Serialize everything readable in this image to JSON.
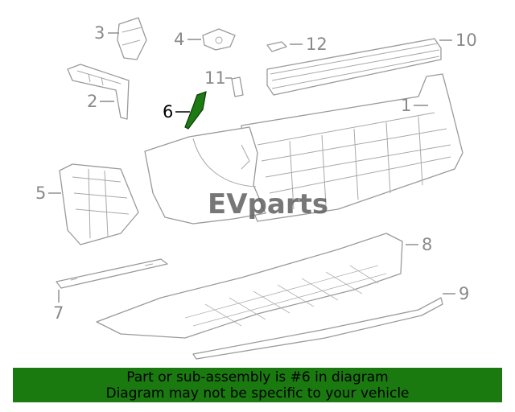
{
  "diagram": {
    "callouts": [
      {
        "id": "1",
        "label": "1"
      },
      {
        "id": "2",
        "label": "2"
      },
      {
        "id": "3",
        "label": "3"
      },
      {
        "id": "4",
        "label": "4"
      },
      {
        "id": "5",
        "label": "5"
      },
      {
        "id": "6",
        "label": "6"
      },
      {
        "id": "7",
        "label": "7"
      },
      {
        "id": "8",
        "label": "8"
      },
      {
        "id": "9",
        "label": "9"
      },
      {
        "id": "10",
        "label": "10"
      },
      {
        "id": "11",
        "label": "11"
      },
      {
        "id": "12",
        "label": "12"
      }
    ],
    "highlighted_part": "6",
    "highlight_color": "#1e7a12",
    "watermark": "EVparts"
  },
  "banner": {
    "line1": "Part or sub-assembly is #6 in diagram",
    "line2": "Diagram may not be specific to your vehicle",
    "background": "#1a7a10"
  }
}
